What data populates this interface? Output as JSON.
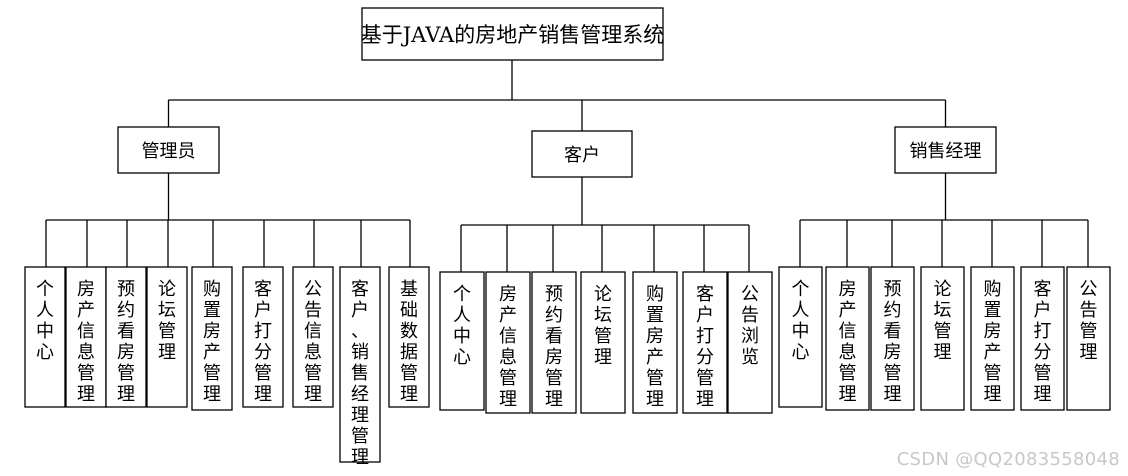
{
  "root": {
    "label": "基于JAVA的房地产销售管理系统"
  },
  "groups": [
    {
      "label": "管理员",
      "children": [
        "个人中心",
        "房产信息管理",
        "预约看房管理",
        "论坛管理",
        "购置房产管理",
        "客户打分管理",
        "公告信息管理",
        "客户、销售经理管理",
        "基础数据管理"
      ]
    },
    {
      "label": "客户",
      "children": [
        "个人中心",
        "房产信息管理",
        "预约看房管理",
        "论坛管理",
        "购置房产管理",
        "客户打分管理",
        "公告浏览"
      ]
    },
    {
      "label": "销售经理",
      "children": [
        "个人中心",
        "房产信息管理",
        "预约看房管理",
        "论坛管理",
        "购置房产管理",
        "客户打分管理",
        "公告管理"
      ]
    }
  ],
  "watermark": "CSDN @QQ2083558048"
}
